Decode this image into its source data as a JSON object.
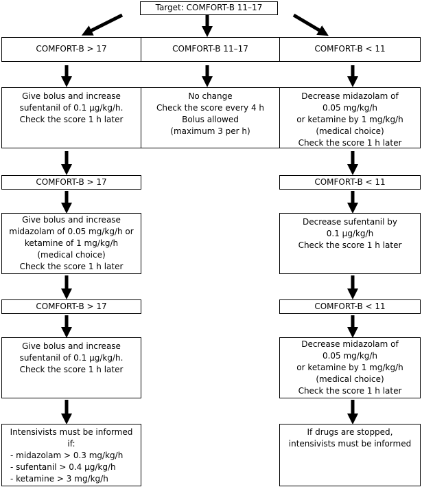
{
  "target": {
    "label": "Target: COMFORT-B 11–17"
  },
  "headers": {
    "left": "COMFORT-B > 17",
    "middle": "COMFORT-B 11–17",
    "right": "COMFORT-B < 11"
  },
  "left": {
    "step1": [
      "Give bolus and increase",
      "sufentanil of 0.1 µg/kg/h.",
      "Check the score 1 h later"
    ],
    "cond2": "COMFORT-B > 17",
    "step2": [
      "Give bolus and increase",
      "midazolam of 0.05 mg/kg/h or",
      "ketamine of 1 mg/kg/h",
      "(medical choice)",
      "Check the score 1 h later"
    ],
    "cond3": "COMFORT-B > 17",
    "step3": [
      "Give bolus and increase",
      "sufentanil of 0.1 µg/kg/h.",
      "Check the score 1 h later"
    ],
    "final": {
      "heading": [
        "Intensivists must be informed",
        "if:"
      ],
      "items": [
        "- midazolam > 0.3 mg/kg/h",
        "- sufentanil > 0.4 µg/kg/h",
        "- ketamine > 3 mg/kg/h"
      ]
    }
  },
  "middle": {
    "step1": [
      "No change",
      "Check the score every 4 h",
      "Bolus allowed",
      "(maximum 3 per h)"
    ]
  },
  "right": {
    "step1": [
      "Decrease midazolam of",
      "0.05 mg/kg/h",
      "or ketamine by 1 mg/kg/h",
      "(medical choice)",
      "Check the score 1 h later"
    ],
    "cond2": "COMFORT-B < 11",
    "step2": [
      "Decrease sufentanil by",
      "0.1 µg/kg/h",
      "Check the score 1 h later"
    ],
    "cond3": "COMFORT-B < 11",
    "step3": [
      "Decrease midazolam of",
      "0.05 mg/kg/h",
      "or ketamine by 1 mg/kg/h",
      "(medical choice)",
      "Check the score 1 h later"
    ],
    "final": [
      "If drugs are stopped,",
      "intensivists must be informed"
    ]
  }
}
